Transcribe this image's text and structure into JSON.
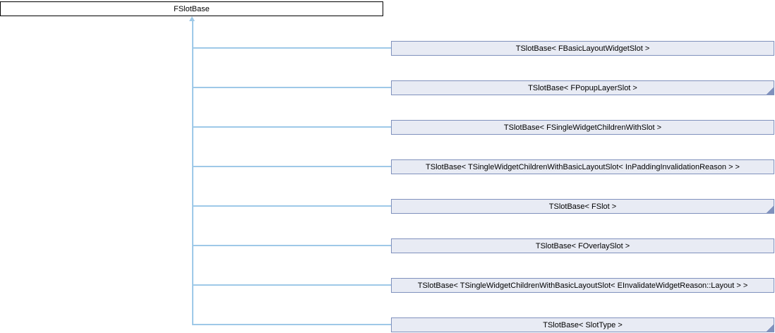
{
  "diagram": {
    "type": "class-inheritance-graph",
    "base": {
      "label": "FSlotBase"
    },
    "derived": [
      {
        "label": "TSlotBase< FBasicLayoutWidgetSlot >",
        "truncated": false
      },
      {
        "label": "TSlotBase< FPopupLayerSlot >",
        "truncated": true
      },
      {
        "label": "TSlotBase< FSingleWidgetChildrenWithSlot >",
        "truncated": false
      },
      {
        "label": "TSlotBase< TSingleWidgetChildrenWithBasicLayoutSlot< InPaddingInvalidationReason > >",
        "truncated": false
      },
      {
        "label": "TSlotBase< FSlot >",
        "truncated": true
      },
      {
        "label": "TSlotBase< FOverlaySlot >",
        "truncated": false
      },
      {
        "label": "TSlotBase< TSingleWidgetChildrenWithBasicLayoutSlot< EInvalidateWidgetReason::Layout > >",
        "truncated": false
      },
      {
        "label": "TSlotBase< SlotType >",
        "truncated": true
      }
    ],
    "colors": {
      "edge": "#9ec9e8",
      "node_fill": "#e8ebf4",
      "node_border": "#8091bd",
      "base_fill": "#ffffff",
      "base_border": "#000000",
      "text": "#000000",
      "background": "#ffffff"
    }
  }
}
